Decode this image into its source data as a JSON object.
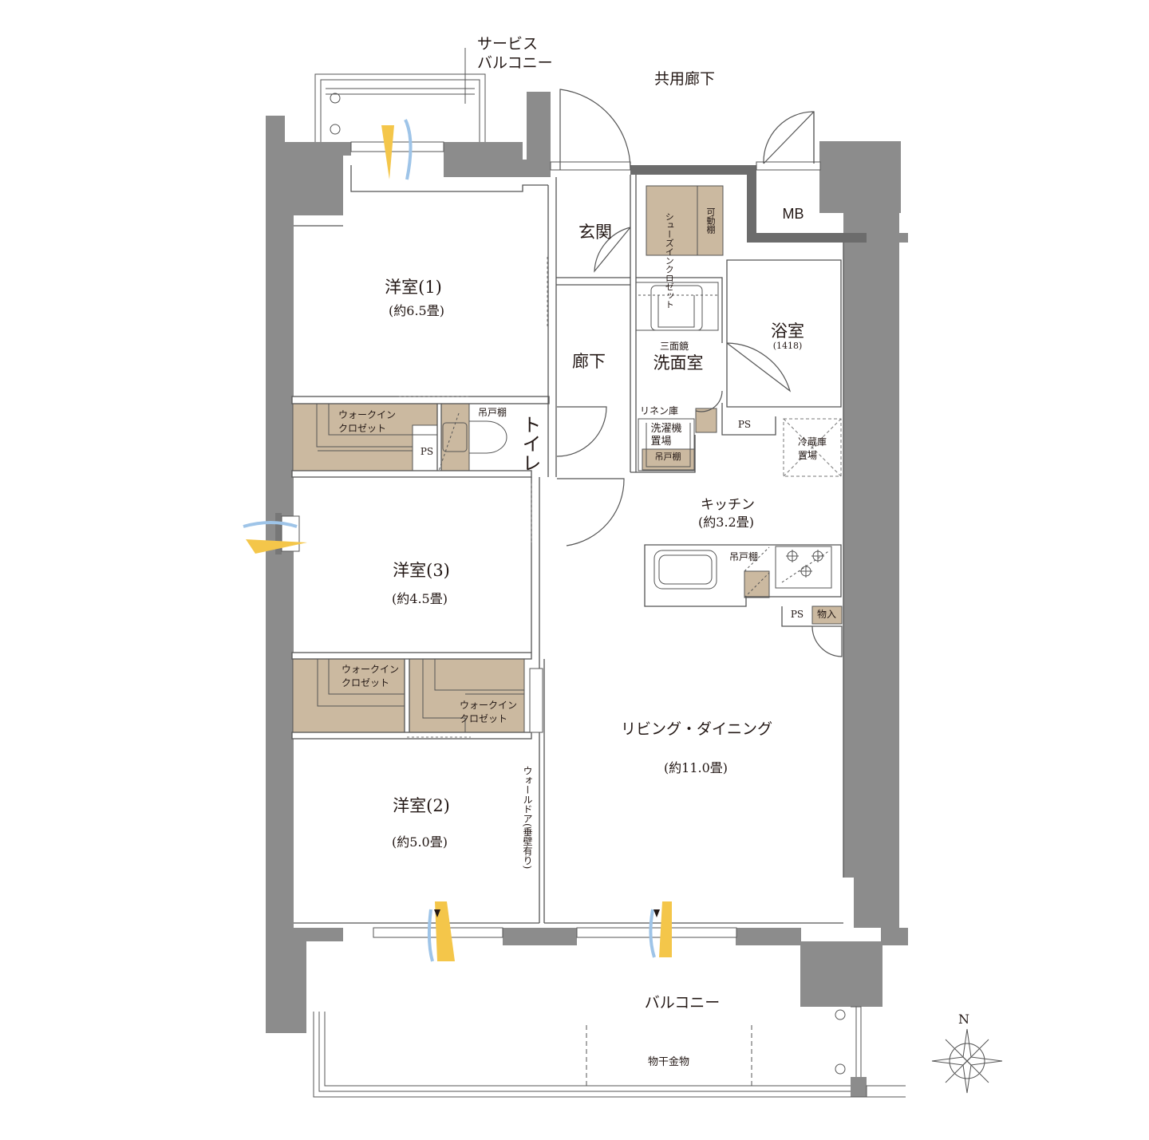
{
  "colors": {
    "wall": "#8c8c8c",
    "storage": "#cbb9a0",
    "line": "#555555",
    "wind_yellow": "#f4c64a",
    "wind_blue": "#9ec4e8"
  },
  "labels": {
    "service_balcony": [
      "サービス",
      "バルコニー"
    ],
    "corridor_shared": "共用廊下",
    "entrance": "玄関",
    "shoe_closet": "シューズインクロゼット",
    "movable_shelf": "可動棚",
    "mb": "MB",
    "western1": "洋室(1)",
    "western1_area": "(約6.5畳)",
    "hallway": "廊下",
    "sanmen": "三面鏡",
    "washroom": "洗面室",
    "bath": "浴室",
    "bath_size": "(1418)",
    "wic1": [
      "ウォークイン",
      "クロゼット"
    ],
    "ps1": "PS",
    "hanging_shelf": "吊戸棚",
    "toilet": "トイレ",
    "linen": "リネン庫",
    "ps2": "PS",
    "washer": [
      "洗濯機",
      "置場"
    ],
    "washer_shelf": "吊戸棚",
    "fridge": [
      "冷蔵庫",
      "置場"
    ],
    "kitchen": "キッチン",
    "kitchen_area": "(約3.2畳)",
    "kitchen_shelf": "吊戸棚",
    "western3": "洋室(3)",
    "western3_area": "(約4.5畳)",
    "ps3": "PS",
    "storage": "物入",
    "wic2": [
      "ウォークイン",
      "クロゼット"
    ],
    "wic3": [
      "ウォークイン",
      "クロゼット"
    ],
    "living": "リビング・ダイニング",
    "living_area": "(約11.0畳)",
    "wall_door": "ウォールドア(垂壁有り)",
    "western2": "洋室(2)",
    "western2_area": "(約5.0畳)",
    "balcony": "バルコニー",
    "drying_rack": "物干金物",
    "north": "N"
  }
}
